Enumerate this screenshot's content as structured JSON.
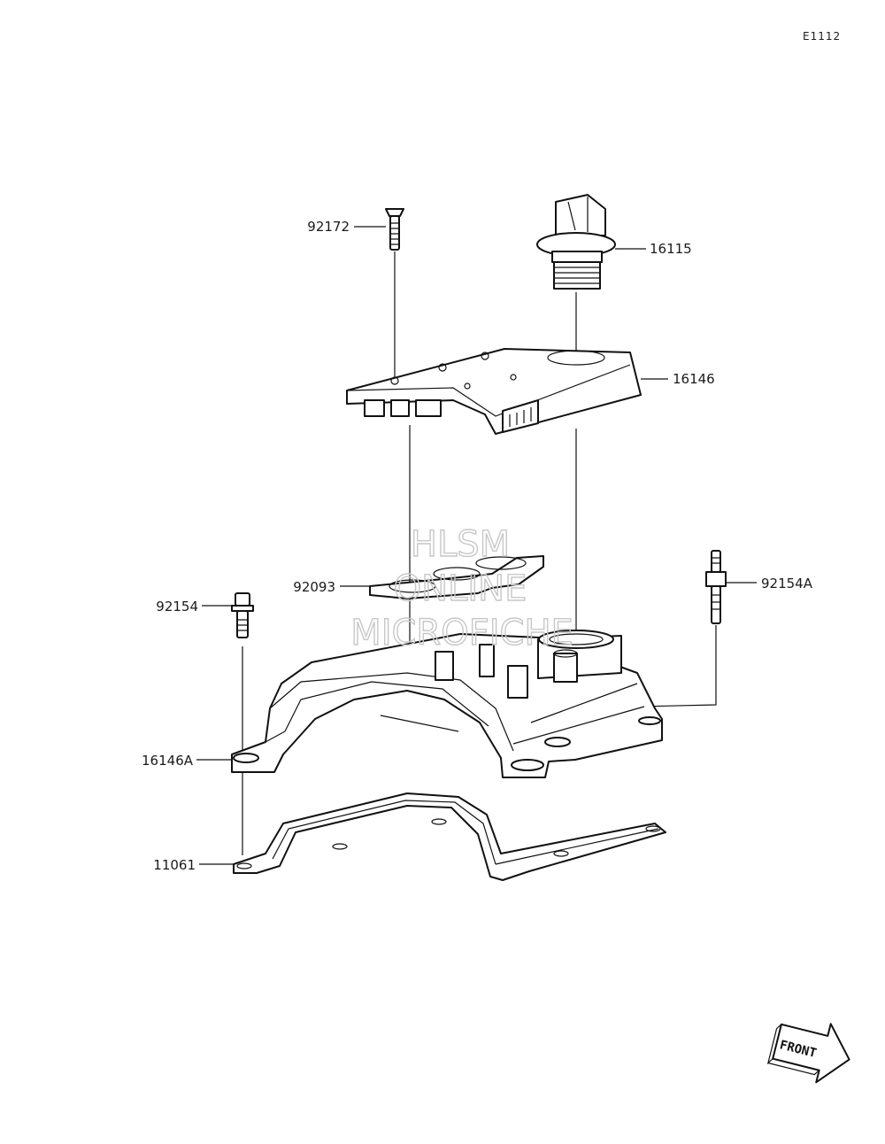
{
  "diagram_code": "E1112",
  "watermark": [
    "HLSM",
    "ONLINE",
    "MICROFICHE"
  ],
  "front_label": "FRONT",
  "parts": [
    {
      "id": "p92172",
      "number": "92172"
    },
    {
      "id": "p16115",
      "number": "16115"
    },
    {
      "id": "p16146",
      "number": "16146"
    },
    {
      "id": "p92093",
      "number": "92093"
    },
    {
      "id": "p92154",
      "number": "92154"
    },
    {
      "id": "p92154A",
      "number": "92154A"
    },
    {
      "id": "p16146A",
      "number": "16146A"
    },
    {
      "id": "p11061",
      "number": "11061"
    }
  ]
}
